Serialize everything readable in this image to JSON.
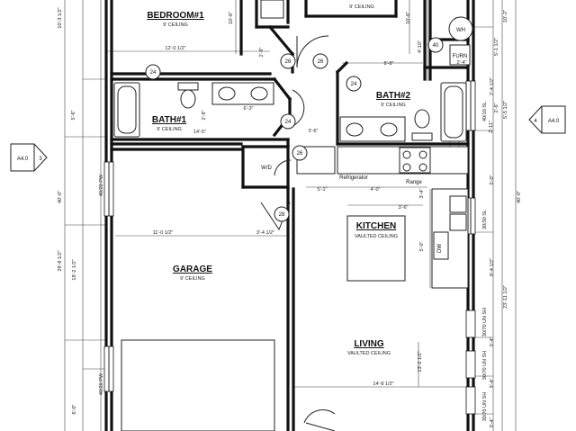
{
  "rooms": {
    "bedroom1": {
      "name": "BEDROOM#1",
      "ceiling": "9' CEILING"
    },
    "bath1": {
      "name": "BATH#1",
      "ceiling": "9' CEILING"
    },
    "bath2": {
      "name": "BATH#2",
      "ceiling": "9' CEILING"
    },
    "top_room": {
      "ceiling": "9' CEILING"
    },
    "kitchen": {
      "name": "KITCHEN",
      "ceiling": "VAULTED CEILING"
    },
    "garage": {
      "name": "GARAGE",
      "ceiling": "9' CEILING"
    },
    "living": {
      "name": "LIVING",
      "ceiling": "VAULTED CEILING"
    }
  },
  "fixtures": {
    "washer_dryer": "W/D",
    "water_heater": "WH",
    "furnace": "FURN",
    "refrigerator": "Refrigerator",
    "range": "Range",
    "dishwasher": "DW"
  },
  "door_tags": [
    "24",
    "24",
    "24",
    "26",
    "26",
    "26",
    "28",
    "40"
  ],
  "section_markers": {
    "left": {
      "sheet": "A4.0",
      "number": "3"
    },
    "right": {
      "sheet": "A4.0",
      "number": "4"
    }
  },
  "dimensions": {
    "d_10_3": "10'-3 1/2\"",
    "d_10_6": "10'-6\"",
    "d_10_6b": "10'-6\"",
    "d_12_0": "12'-0 1/2\"",
    "d_2_9": "2'-9\"",
    "d_8_8": "8'-8\"",
    "d_4_10": "4'-10\"",
    "d_2_4": "2'-4\"",
    "d_5_1a": "5'-1 1/2\"",
    "d_10_2": "10'-2\"",
    "d_5_6": "5'-6\"",
    "d_14_5": "14'-5\"",
    "d_6_3": "6'-3\"",
    "d_3_6": "3'-6\"",
    "d_2_8": "2'-8\"",
    "d_2_6": "2'-6\"",
    "d_2_4b": "2'-4 1/2\"",
    "d_40_10": "40/10 SL",
    "d_5_5": "5'-5 1/2\"",
    "d_2_11": "2'-11\"",
    "d_40_20pw_1": "40/20 PW",
    "d_40_20pw_2": "40/20 PW",
    "d_40_0_l": "40'-0\"",
    "d_40_0_r": "40'-0\"",
    "d_5_1": "5'-1\"",
    "d_4_0": "4'-0\"",
    "d_3_4": "3'-4\"",
    "d_3_6b": "3'-6\"",
    "d_5_0": "5'-0\"",
    "d_30_30": "30/30 SL",
    "d_11_0": "11'-0 1/2\"",
    "d_3_4b": "3'-4 1/2\"",
    "d_5_0b": "5'-0\"",
    "d_8_4": "8'-4 1/2\"",
    "d_28_8": "28'-8 1/2\"",
    "d_18_2": "18'-2 1/2\"",
    "d_23_11": "23'-11 1/2\"",
    "d_30_70_1": "30/70 UN SH",
    "d_30_70_2": "30/70 UN SH",
    "d_30_70_3": "30/70 UN SH",
    "d_3_4c": "3'-4\"",
    "d_3_4d": "3'-4\"",
    "d_3_4e": "3'-4\"",
    "d_13_2": "13'-2 1/2\"",
    "d_14_8": "14'-8 1/2\"",
    "d_6_0": "6'-0\""
  }
}
